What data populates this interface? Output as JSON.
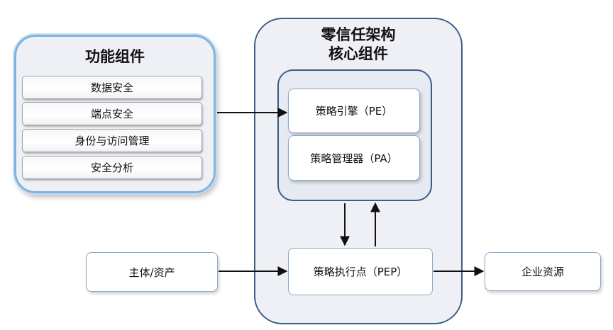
{
  "functional_components": {
    "title": "功能组件",
    "items": [
      "数据安全",
      "端点安全",
      "身份与访问管理",
      "安全分析"
    ]
  },
  "zero_trust_core": {
    "title_line1": "零信任架构",
    "title_line2": "核心组件",
    "policy_engine": "策略引擎（PE）",
    "policy_administrator": "策略管理器（PA）",
    "policy_enforcement_point": "策略执行点（PEP）"
  },
  "subject": "主体/资产",
  "enterprise_resource": "企业资源",
  "colors": {
    "panel_border": "#3d5d86",
    "panel_fill": "#eef0f5",
    "highlight_border": "#7fb3e0",
    "arrow": "#111111"
  }
}
